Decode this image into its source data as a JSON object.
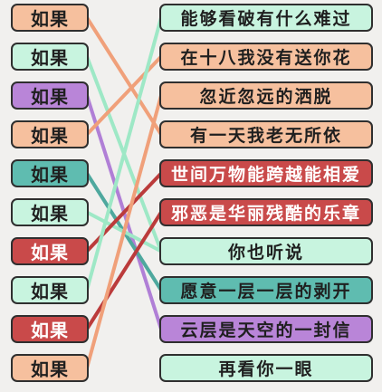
{
  "left_items": [
    {
      "label": "如果",
      "color": "orange"
    },
    {
      "label": "如果",
      "color": "green"
    },
    {
      "label": "如果",
      "color": "purple"
    },
    {
      "label": "如果",
      "color": "orange"
    },
    {
      "label": "如果",
      "color": "teal"
    },
    {
      "label": "如果",
      "color": "green"
    },
    {
      "label": "如果",
      "color": "red"
    },
    {
      "label": "如果",
      "color": "green"
    },
    {
      "label": "如果",
      "color": "red"
    },
    {
      "label": "如果",
      "color": "orange"
    }
  ],
  "right_items": [
    {
      "label": "能够看破有什么难过",
      "color": "green"
    },
    {
      "label": "在十八我没有送你花",
      "color": "orange"
    },
    {
      "label": "忽近忽远的洒脱",
      "color": "orange"
    },
    {
      "label": "有一天我老无所依",
      "color": "orange"
    },
    {
      "label": "世间万物能跨越能相爱",
      "color": "red"
    },
    {
      "label": "邪恶是华丽残酷的乐章",
      "color": "red"
    },
    {
      "label": "你也听说",
      "color": "green"
    },
    {
      "label": "愿意一层一层的剥开",
      "color": "teal"
    },
    {
      "label": "云层是天空的一封信",
      "color": "purple"
    },
    {
      "label": "再看你一眼",
      "color": "green"
    }
  ],
  "connections": [
    {
      "from": 0,
      "to": 3,
      "color": "orange"
    },
    {
      "from": 1,
      "to": 6,
      "color": "green"
    },
    {
      "from": 2,
      "to": 8,
      "color": "purple"
    },
    {
      "from": 3,
      "to": 1,
      "color": "orange"
    },
    {
      "from": 4,
      "to": 7,
      "color": "teal"
    },
    {
      "from": 5,
      "to": 6,
      "color": "green"
    },
    {
      "from": 6,
      "to": 4,
      "color": "red"
    },
    {
      "from": 7,
      "to": 0,
      "color": "green"
    },
    {
      "from": 8,
      "to": 5,
      "color": "red"
    },
    {
      "from": 9,
      "to": 2,
      "color": "orange"
    }
  ],
  "line_colors": {
    "orange": "#f0a07a",
    "green": "#9ee8c6",
    "purple": "#b07fd6",
    "teal": "#4ea89e",
    "red": "#bb3b3b"
  }
}
